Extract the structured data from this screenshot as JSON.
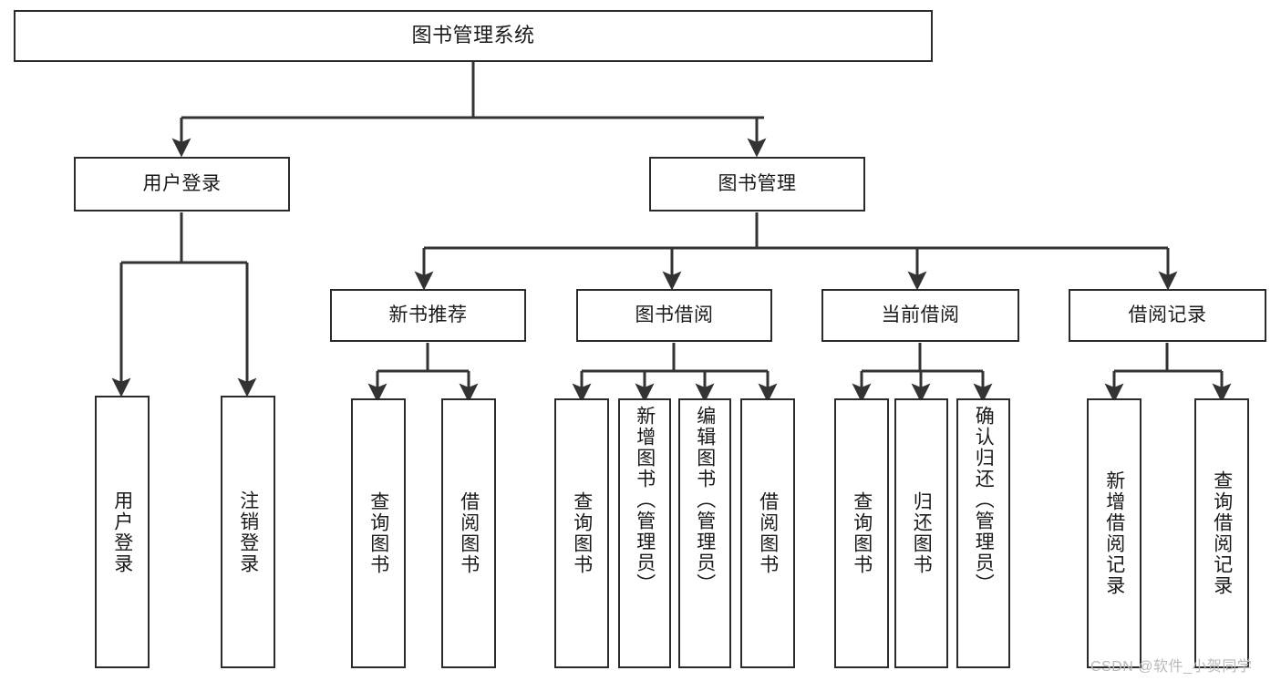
{
  "diagram": {
    "title": "图书管理系统",
    "type": "hierarchy-tree",
    "watermark": "CSDN @软件_小贺同学",
    "colors": {
      "box_border": "#2b2b2b",
      "box_fill": "#ffffff",
      "connector": "#333333",
      "text": "#1a1a1a",
      "watermark": "#b9b9b9"
    },
    "levels": {
      "root": "图书管理系统",
      "level2": [
        "用户登录",
        "图书管理"
      ],
      "level3": [
        "新书推荐",
        "图书借阅",
        "当前借阅",
        "借阅记录"
      ]
    },
    "nodes": {
      "root": {
        "label": "图书管理系统"
      },
      "user_login": {
        "label": "用户登录"
      },
      "book_manage": {
        "label": "图书管理"
      },
      "new_book_rec": {
        "label": "新书推荐"
      },
      "book_borrow": {
        "label": "图书借阅"
      },
      "current_borrow": {
        "label": "当前借阅"
      },
      "borrow_record": {
        "label": "借阅记录"
      },
      "leaf_user_login": {
        "label": "用户登录"
      },
      "leaf_logout": {
        "label": "注销登录"
      },
      "leaf_query_book_1": {
        "label": "查询图书"
      },
      "leaf_borrow_book_1": {
        "label": "借阅图书"
      },
      "leaf_query_book_2": {
        "label": "查询图书"
      },
      "leaf_add_book_admin": {
        "label": "新增图书（管理员）"
      },
      "leaf_edit_book_admin": {
        "label": "编辑图书（管理员）"
      },
      "leaf_borrow_book_2": {
        "label": "借阅图书"
      },
      "leaf_query_book_3": {
        "label": "查询图书"
      },
      "leaf_return_book": {
        "label": "归还图书"
      },
      "leaf_confirm_return_admin": {
        "label": "确认归还（管理员）"
      },
      "leaf_add_record": {
        "label": "新增借阅记录"
      },
      "leaf_query_record": {
        "label": "查询借阅记录"
      }
    },
    "edges": [
      {
        "from": "图书管理系统",
        "to": "用户登录"
      },
      {
        "from": "图书管理系统",
        "to": "图书管理"
      },
      {
        "from": "用户登录",
        "to": "用户登录"
      },
      {
        "from": "用户登录",
        "to": "注销登录"
      },
      {
        "from": "图书管理",
        "to": "新书推荐"
      },
      {
        "from": "图书管理",
        "to": "图书借阅"
      },
      {
        "from": "图书管理",
        "to": "当前借阅"
      },
      {
        "from": "图书管理",
        "to": "借阅记录"
      },
      {
        "from": "新书推荐",
        "to": "查询图书"
      },
      {
        "from": "新书推荐",
        "to": "借阅图书"
      },
      {
        "from": "图书借阅",
        "to": "查询图书"
      },
      {
        "from": "图书借阅",
        "to": "新增图书（管理员）"
      },
      {
        "from": "图书借阅",
        "to": "编辑图书（管理员）"
      },
      {
        "from": "图书借阅",
        "to": "借阅图书"
      },
      {
        "from": "当前借阅",
        "to": "查询图书"
      },
      {
        "from": "当前借阅",
        "to": "归还图书"
      },
      {
        "from": "当前借阅",
        "to": "确认归还（管理员）"
      },
      {
        "from": "借阅记录",
        "to": "新增借阅记录"
      },
      {
        "from": "借阅记录",
        "to": "查询借阅记录"
      }
    ]
  }
}
